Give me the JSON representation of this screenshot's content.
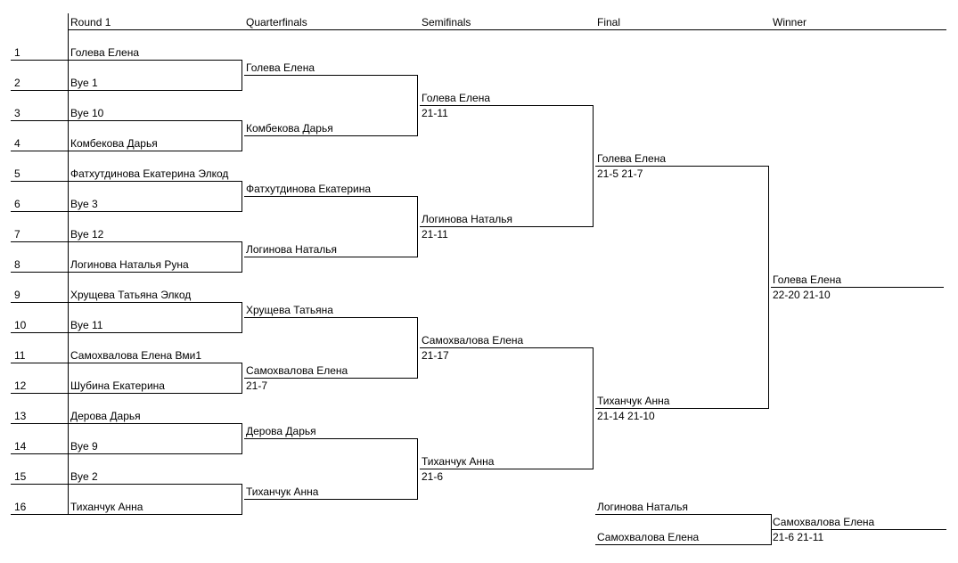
{
  "headers": [
    "Round 1",
    "Quarterfinals",
    "Semifinals",
    "Final",
    "Winner"
  ],
  "seeds": [
    "1",
    "2",
    "3",
    "4",
    "5",
    "6",
    "7",
    "8",
    "9",
    "10",
    "11",
    "12",
    "13",
    "14",
    "15",
    "16"
  ],
  "round1": [
    {
      "name": "Голева Елена",
      "score": ""
    },
    {
      "name": "Bye 1",
      "score": ""
    },
    {
      "name": "Bye 10",
      "score": ""
    },
    {
      "name": "Комбекова Дарья",
      "score": ""
    },
    {
      "name": "Фатхутдинова Екатерина Элкод",
      "score": ""
    },
    {
      "name": "Bye 3",
      "score": ""
    },
    {
      "name": "Bye 12",
      "score": ""
    },
    {
      "name": "Логинова Наталья Руна",
      "score": ""
    },
    {
      "name": "Хрущева Татьяна Элкод",
      "score": ""
    },
    {
      "name": "Bye 11",
      "score": ""
    },
    {
      "name": "Самохвалова Елена Вми1",
      "score": ""
    },
    {
      "name": "Шубина Екатерина",
      "score": ""
    },
    {
      "name": "Дерова Дарья",
      "score": ""
    },
    {
      "name": "Bye 9",
      "score": ""
    },
    {
      "name": "Bye 2",
      "score": ""
    },
    {
      "name": "Тиханчук Анна",
      "score": ""
    }
  ],
  "quarterfinals": [
    {
      "name": "Голева Елена",
      "score": ""
    },
    {
      "name": "Комбекова Дарья",
      "score": ""
    },
    {
      "name": "Фатхутдинова Екатерина",
      "score": ""
    },
    {
      "name": "Логинова Наталья",
      "score": ""
    },
    {
      "name": "Хрущева Татьяна",
      "score": ""
    },
    {
      "name": "Самохвалова Елена",
      "score": "21-7"
    },
    {
      "name": "Дерова Дарья",
      "score": ""
    },
    {
      "name": "Тиханчук Анна",
      "score": ""
    }
  ],
  "semifinals": [
    {
      "name": "Голева Елена",
      "score": "21-11"
    },
    {
      "name": "Логинова Наталья",
      "score": "21-11"
    },
    {
      "name": "Самохвалова Елена",
      "score": "21-17"
    },
    {
      "name": "Тиханчук Анна",
      "score": "21-6"
    }
  ],
  "final": [
    {
      "name": "Голева Елена",
      "score": "21-5 21-7"
    },
    {
      "name": "Тиханчук Анна",
      "score": "21-14 21-10"
    }
  ],
  "winner": {
    "name": "Голева Елена",
    "score": "22-20 21-10"
  },
  "third_place": {
    "players": [
      {
        "name": "Логинова Наталья",
        "score": ""
      },
      {
        "name": "Самохвалова Елена",
        "score": ""
      }
    ],
    "winner": {
      "name": "Самохвалова Елена",
      "score": "21-6 21-11"
    }
  }
}
